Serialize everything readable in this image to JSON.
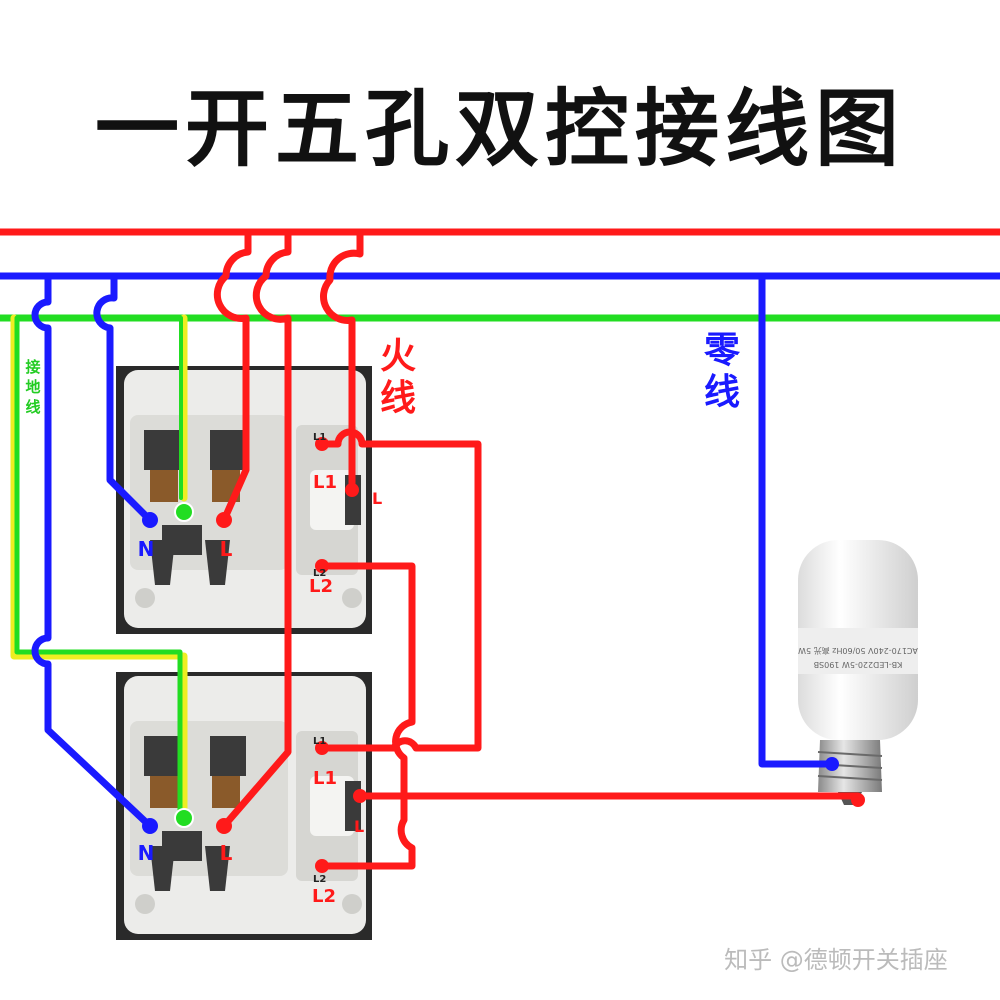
{
  "title": "一开五孔双控接线图",
  "colors": {
    "live": "#ff1a1a",
    "neutral": "#1a1aff",
    "earth_green": "#22dd22",
    "earth_yellow": "#eeee22",
    "panel": "#ececea",
    "panel_frame": "#2a2a2a"
  },
  "labels": {
    "live_wire": [
      "火",
      "线"
    ],
    "neutral_wire": [
      "零",
      "线"
    ],
    "earth_wire": [
      "接",
      "地",
      "线"
    ]
  },
  "upper_outlet": {
    "n": "N",
    "l": "L"
  },
  "lower_outlet": {
    "n": "N",
    "l": "L"
  },
  "upper_switch": {
    "t1": "L1",
    "t1_big": "L1",
    "t": "L",
    "t2": "L2",
    "t2_big": "L2"
  },
  "lower_switch": {
    "t1": "L1",
    "t1_big": "L1",
    "t": "L",
    "t2": "L2",
    "t2_big": "L2"
  },
  "bulb": {
    "print1": "AC170-240V 50/60Hz 高光 5W",
    "print2": "KB-LED220-5W 190SB"
  },
  "watermark": "知乎 @德顿开关插座"
}
